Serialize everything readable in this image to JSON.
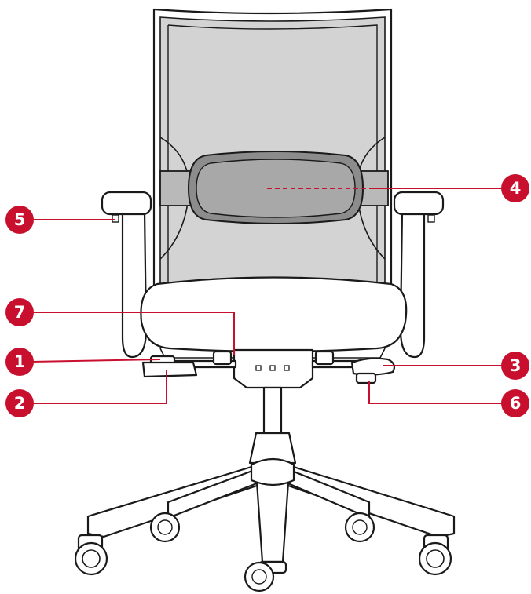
{
  "colors": {
    "accent": "#c8102e",
    "mesh": "#d3d3d3",
    "lumbar_pad": "#a8a8a8",
    "outline": "#1a1a1a"
  },
  "callouts": [
    {
      "id": "1",
      "label": "1",
      "part": "paddle-lever-left"
    },
    {
      "id": "2",
      "label": "2",
      "part": "handle-left"
    },
    {
      "id": "3",
      "label": "3",
      "part": "handle-right"
    },
    {
      "id": "4",
      "label": "4",
      "part": "lumbar-support"
    },
    {
      "id": "5",
      "label": "5",
      "part": "armrest-button"
    },
    {
      "id": "6",
      "label": "6",
      "part": "lever-right-lower"
    },
    {
      "id": "7",
      "label": "7",
      "part": "seat-mechanism"
    }
  ]
}
